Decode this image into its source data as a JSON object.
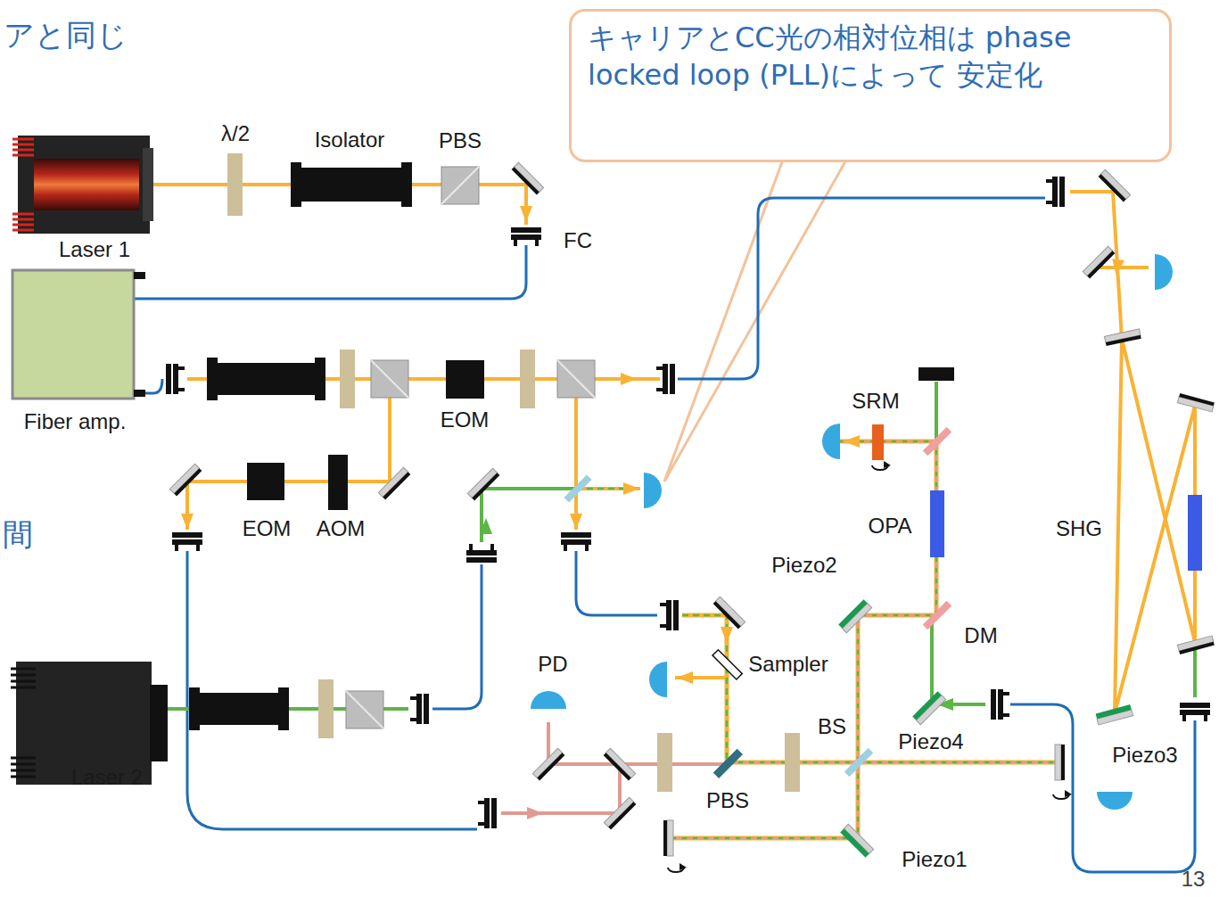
{
  "diagram": {
    "nodes": [
      {
        "text": [
          "キャリアとCC光の相対位相は phase locked loop (PLL)によって 安定化"
        ]
      }
    ],
    "labels": [
      "アと同じ",
      "λ/2",
      "Isolator",
      "PBS",
      "Laser 1",
      "FC",
      "Fiber amp.",
      "EOM",
      "EOM",
      "AOM",
      "間",
      "SRM",
      "OPA",
      "SHG",
      "Piezo2",
      "DM",
      "Sampler",
      "PD",
      "Laser 2",
      "BS",
      "Piezo4",
      "Piezo3",
      "PBS",
      "Piezo1",
      "13"
    ]
  }
}
